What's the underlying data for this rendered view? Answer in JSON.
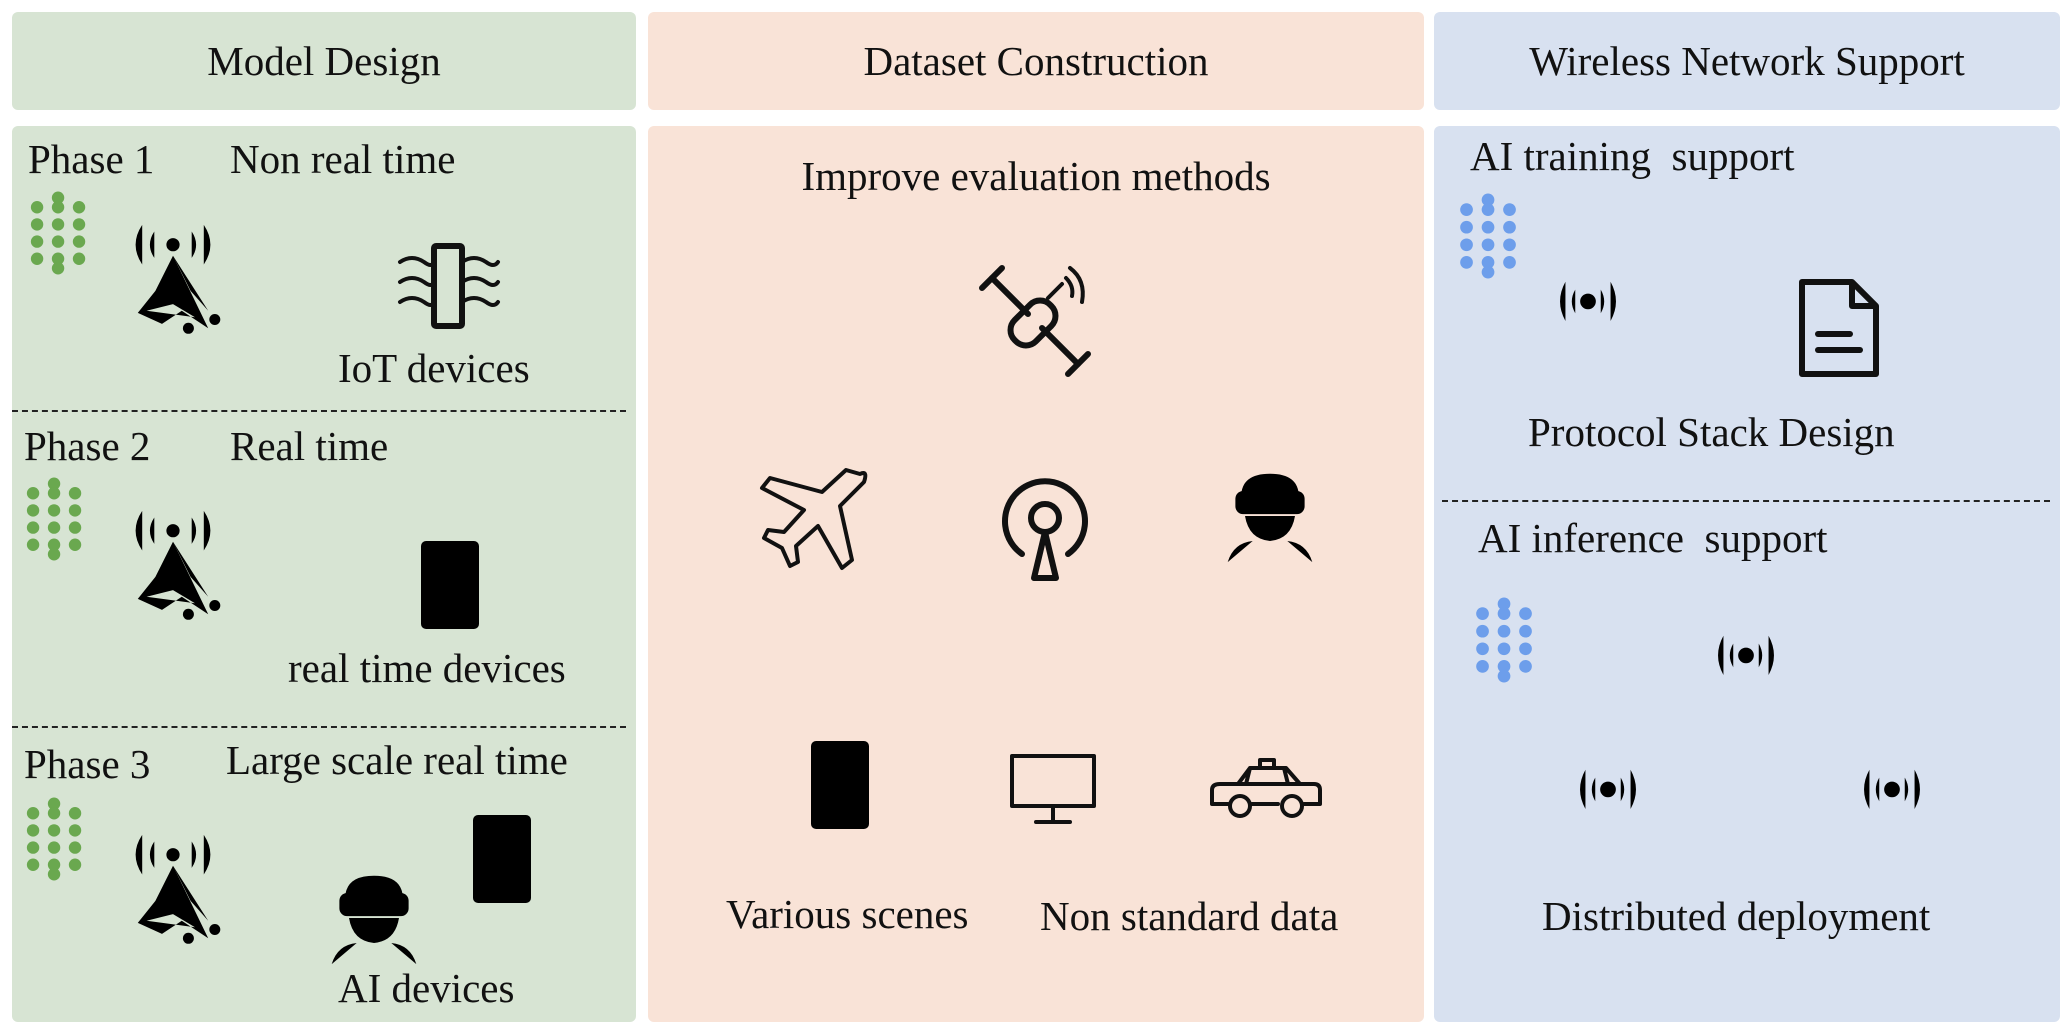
{
  "columns": {
    "model_design": {
      "header": "Model Design",
      "phases": [
        {
          "label": "Phase 1",
          "mode": "Non real time",
          "devices": "IoT devices"
        },
        {
          "label": "Phase 2",
          "mode": "Real time",
          "devices": "real time devices"
        },
        {
          "label": "Phase 3",
          "mode": "Large scale real time",
          "devices": "AI devices"
        }
      ]
    },
    "dataset_construction": {
      "header": "Dataset Construction",
      "top_label": "Improve evaluation methods",
      "bottom_labels": [
        "Various scenes",
        "Non standard data"
      ]
    },
    "wireless_support": {
      "header": "Wireless Network Support",
      "training": {
        "title": "AI training  support",
        "caption": "Protocol Stack Design"
      },
      "inference": {
        "title": "AI inference  support",
        "caption": "Distributed deployment"
      }
    }
  },
  "colors": {
    "green_panel": "#d7e4d3",
    "peach_panel": "#f9e3d7",
    "blue_panel": "#d8e1f0",
    "nn_green_node": "#6aa84f",
    "nn_blue_node": "#6d9eeb"
  },
  "icons": [
    "neural-network-icon",
    "antenna-tower-icon",
    "wind-sensor-icon",
    "phone-icon",
    "vr-person-icon",
    "satellite-icon",
    "airplane-icon",
    "signal-tower-icon",
    "monitor-icon",
    "car-icon",
    "document-icon",
    "cell-tower-icon"
  ]
}
